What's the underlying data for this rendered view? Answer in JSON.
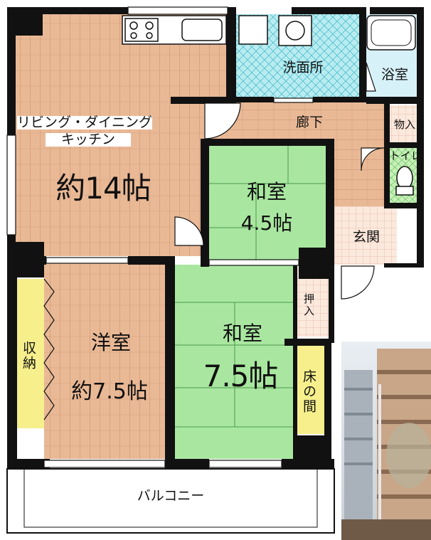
{
  "floor_plan": {
    "rooms": {
      "ldk": {
        "name": "リビング・ダイニング",
        "name2": "キッチン",
        "size": "約14帖"
      },
      "washroom": {
        "name": "洗面所"
      },
      "bath": {
        "name": "浴室"
      },
      "corridor": {
        "name": "廊下"
      },
      "storage": {
        "name": "物入"
      },
      "toilet": {
        "name": "トイレ"
      },
      "washitsu_small": {
        "name": "和室",
        "size": "4.5帖"
      },
      "entrance": {
        "name": "玄関"
      },
      "oshiire": {
        "name": "押入"
      },
      "washitsu_large": {
        "name": "和室",
        "size": "7.5帖"
      },
      "tokonoma": {
        "name": "床の間"
      },
      "youshitsu": {
        "name": "洋室",
        "size": "約7.5帖"
      },
      "closet": {
        "name": "収納"
      },
      "balcony": {
        "name": "バルコニー"
      }
    },
    "colors": {
      "wall": "#111111",
      "wood_floor": "#e9b996",
      "wood_line": "#c98d69",
      "tatami": "#a8e8a0",
      "wet_area": "#b8ecf0",
      "bath": "#cfeef6",
      "closet": "#f6ef8c"
    }
  }
}
